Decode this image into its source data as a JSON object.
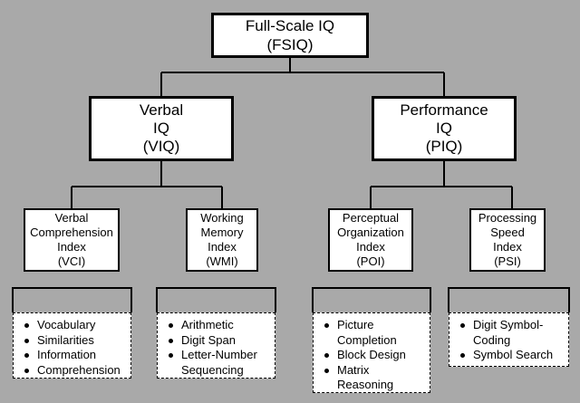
{
  "fsiq": {
    "lines": [
      "Full-Scale IQ",
      "(FSIQ)"
    ]
  },
  "viq": {
    "lines": [
      "Verbal",
      "IQ",
      "(VIQ)"
    ]
  },
  "piq": {
    "lines": [
      "Performance",
      "IQ",
      "(PIQ)"
    ]
  },
  "vci": {
    "lines": [
      "Verbal",
      "Comprehension",
      "Index",
      "(VCI)"
    ],
    "subtests": [
      [
        "Vocabulary"
      ],
      [
        "Similarities"
      ],
      [
        "Information"
      ],
      [
        "Comprehension"
      ]
    ]
  },
  "wmi": {
    "lines": [
      "Working",
      "Memory",
      "Index",
      "(WMI)"
    ],
    "subtests": [
      [
        "Arithmetic"
      ],
      [
        "Digit Span"
      ],
      [
        "Letter-Number",
        "Sequencing"
      ]
    ]
  },
  "poi": {
    "lines": [
      "Perceptual",
      "Organization",
      "Index",
      "(POI)"
    ],
    "subtests": [
      [
        "Picture",
        "Completion"
      ],
      [
        "Block Design"
      ],
      [
        "Matrix",
        "Reasoning"
      ]
    ]
  },
  "psi": {
    "lines": [
      "Processing",
      "Speed",
      "Index",
      "(PSI)"
    ],
    "subtests": [
      [
        "Digit Symbol-",
        "Coding"
      ],
      [
        "Symbol Search"
      ]
    ]
  },
  "colors": {
    "background": "#a9a9a9",
    "box": "#ffffff",
    "line": "#000000"
  }
}
